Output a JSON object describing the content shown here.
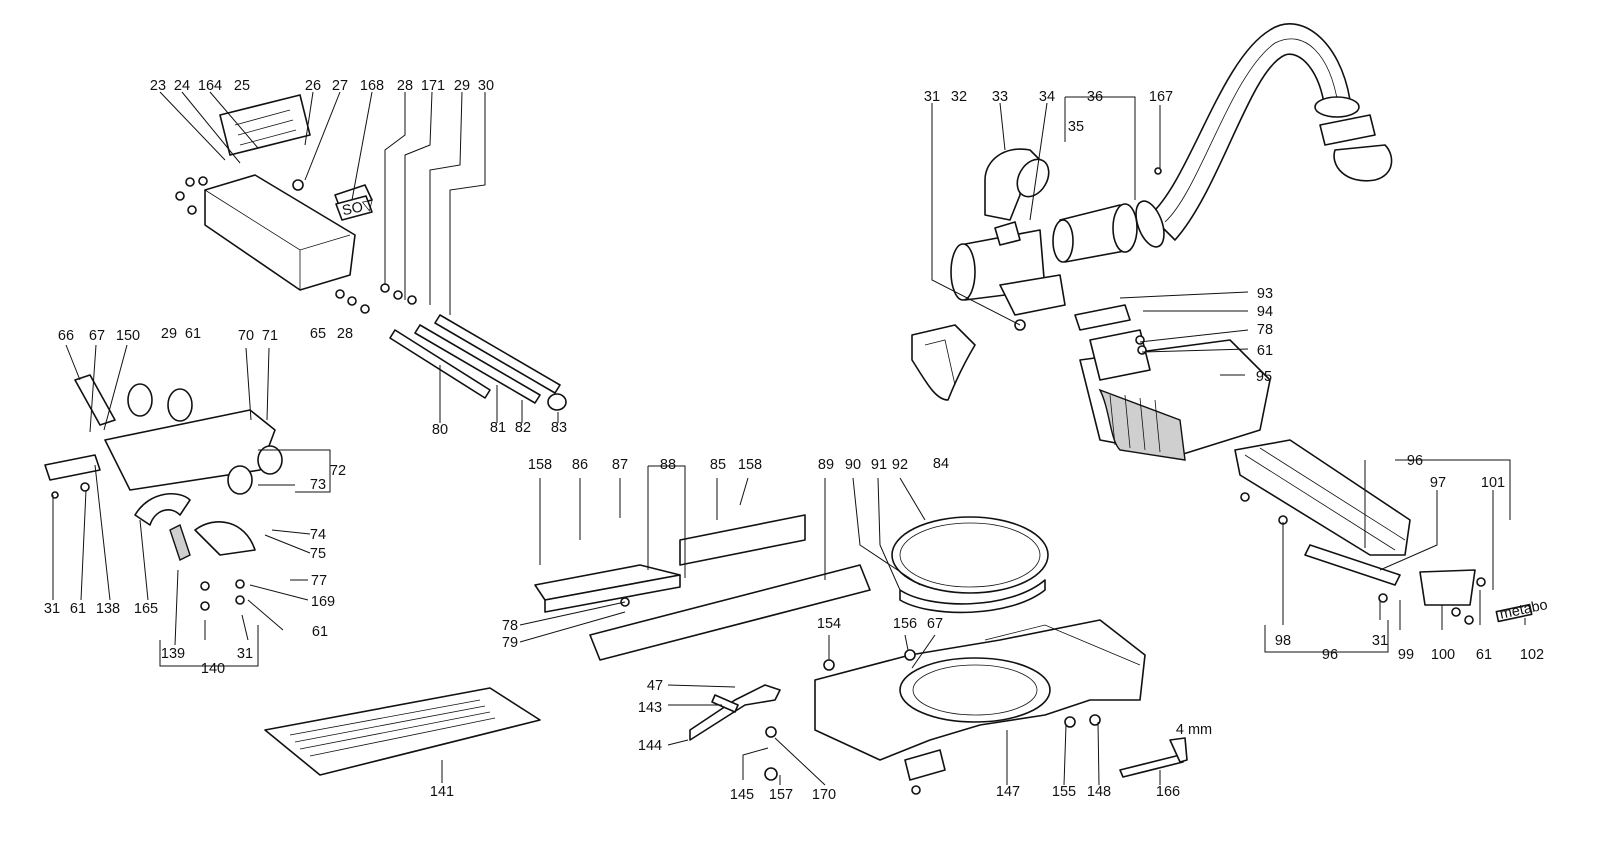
{
  "labels": {
    "23": "23",
    "24": "24",
    "164": "164",
    "25": "25",
    "26": "26",
    "27": "27",
    "168": "168",
    "28": "28",
    "171": "171",
    "29": "29",
    "30": "30",
    "61": "61",
    "65": "65",
    "66": "66",
    "67": "67",
    "150": "150",
    "70": "70",
    "71": "71",
    "72": "72",
    "73": "73",
    "80": "80",
    "81": "81",
    "82": "82",
    "83": "83",
    "31": "31",
    "138": "138",
    "165": "165",
    "74": "74",
    "75": "75",
    "77": "77",
    "169": "169",
    "139": "139",
    "140": "140",
    "141": "141",
    "32": "32",
    "33": "33",
    "34": "34",
    "35": "35",
    "36": "36",
    "167": "167",
    "93": "93",
    "94": "94",
    "78": "78",
    "95": "95",
    "84": "84",
    "96": "96",
    "97": "97",
    "101": "101",
    "98": "98",
    "99": "99",
    "100": "100",
    "102": "102",
    "158": "158",
    "86": "86",
    "87": "87",
    "88": "88",
    "85": "85",
    "89": "89",
    "90": "90",
    "91": "91",
    "92": "92",
    "79": "79",
    "154": "154",
    "156": "156",
    "47": "47",
    "143": "143",
    "144": "144",
    "145": "145",
    "157": "157",
    "170": "170",
    "147": "147",
    "155": "155",
    "148": "148",
    "166": "166"
  },
  "wrench_size": "4 mm",
  "sticker_text": "SO▽",
  "brand_plate_text": "metabo",
  "colors": {
    "line": "#111111",
    "paper": "#ffffff",
    "shade": "#cfcfcf"
  }
}
